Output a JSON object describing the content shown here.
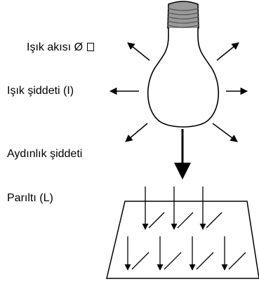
{
  "labels": {
    "luminous_flux": "Işık akısı Ø",
    "luminous_intensity": "Işık şiddeti (I)",
    "illuminance": "Aydınlık şiddeti",
    "luminance": "Parıltı (L)"
  },
  "colors": {
    "ink": "#000000",
    "base_fill": "#9a9a9a",
    "background": "#ffffff"
  },
  "icons": {
    "flux_symbol_box": "missing-glyph-box"
  }
}
